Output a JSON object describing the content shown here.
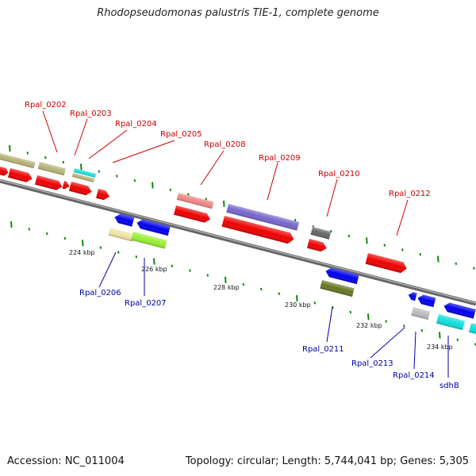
{
  "title": "Rhodopseudomonas palustris TIE-1, complete genome",
  "accession": "Accession: NC_011004",
  "topology": "Topology: circular",
  "length": "Length: 5,744,041 bp",
  "genes": "Genes: 5,305",
  "colors": {
    "forward_label": "#cc0000",
    "reverse_label": "#0000aa",
    "backbone": "#7a7a7a",
    "tick": "#118811"
  },
  "kbp_labels": [
    "224 kbp",
    "226 kbp",
    "228 kbp",
    "230 kbp",
    "232 kbp",
    "234 kbp"
  ],
  "forward_labels": [
    "Rpal_0202",
    "Rpal_0203",
    "Rpal_0204",
    "Rpal_0205",
    "Rpal_0208",
    "Rpal_0209",
    "Rpal_0210",
    "Rpal_0212"
  ],
  "reverse_labels": [
    "Rpal_0206",
    "Rpal_0207",
    "Rpal_0211",
    "Rpal_0213",
    "Rpal_0214",
    "sdhB"
  ]
}
